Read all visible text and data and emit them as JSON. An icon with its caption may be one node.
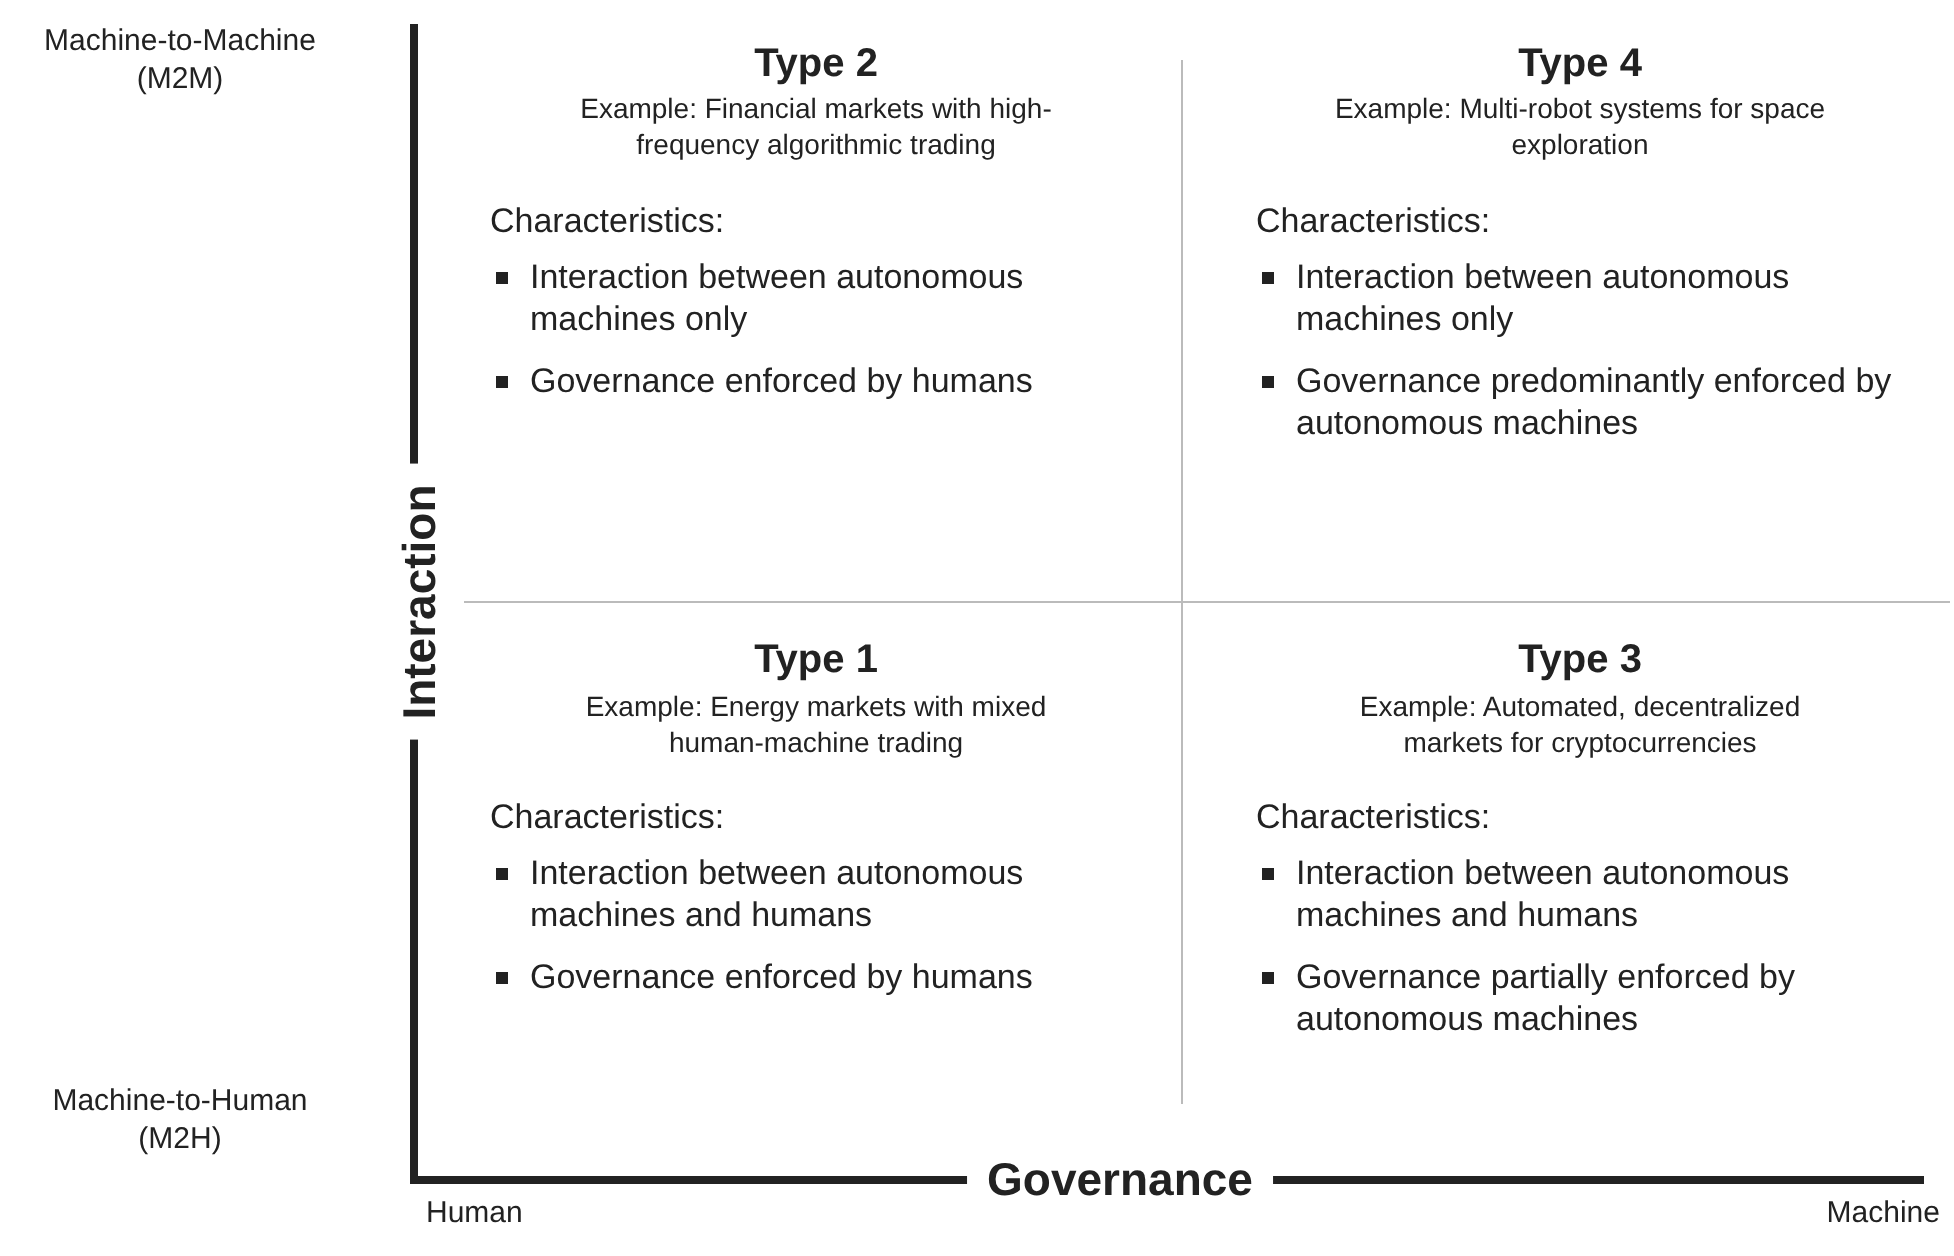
{
  "diagram": {
    "labels": [
      "Machine-to-Machine (M2M)",
      "Type 2",
      "Example: Financial markets with high-frequency algorithmic trading",
      "Characteristics:",
      "Interaction between autonomous machines only",
      "Governance enforced by humans",
      "Type 4",
      "Example: Multi-robot systems for space exploration",
      "Characteristics:",
      "Interaction between autonomous machines only",
      "Governance predominantly enforced by autonomous machines",
      "Interaction",
      "Type 1",
      "Example: Energy markets with mixed human-machine trading",
      "Characteristics:",
      "Interaction between autonomous machines and humans",
      "Governance enforced by humans",
      "Type 3",
      "Example: Automated, decentralized markets for cryptocurrencies",
      "Characteristics:",
      "Interaction between autonomous machines and humans",
      "Governance partially enforced by autonomous machines",
      "Machine-to-Human (M2H)",
      "Governance",
      "Human",
      "Machine"
    ]
  }
}
